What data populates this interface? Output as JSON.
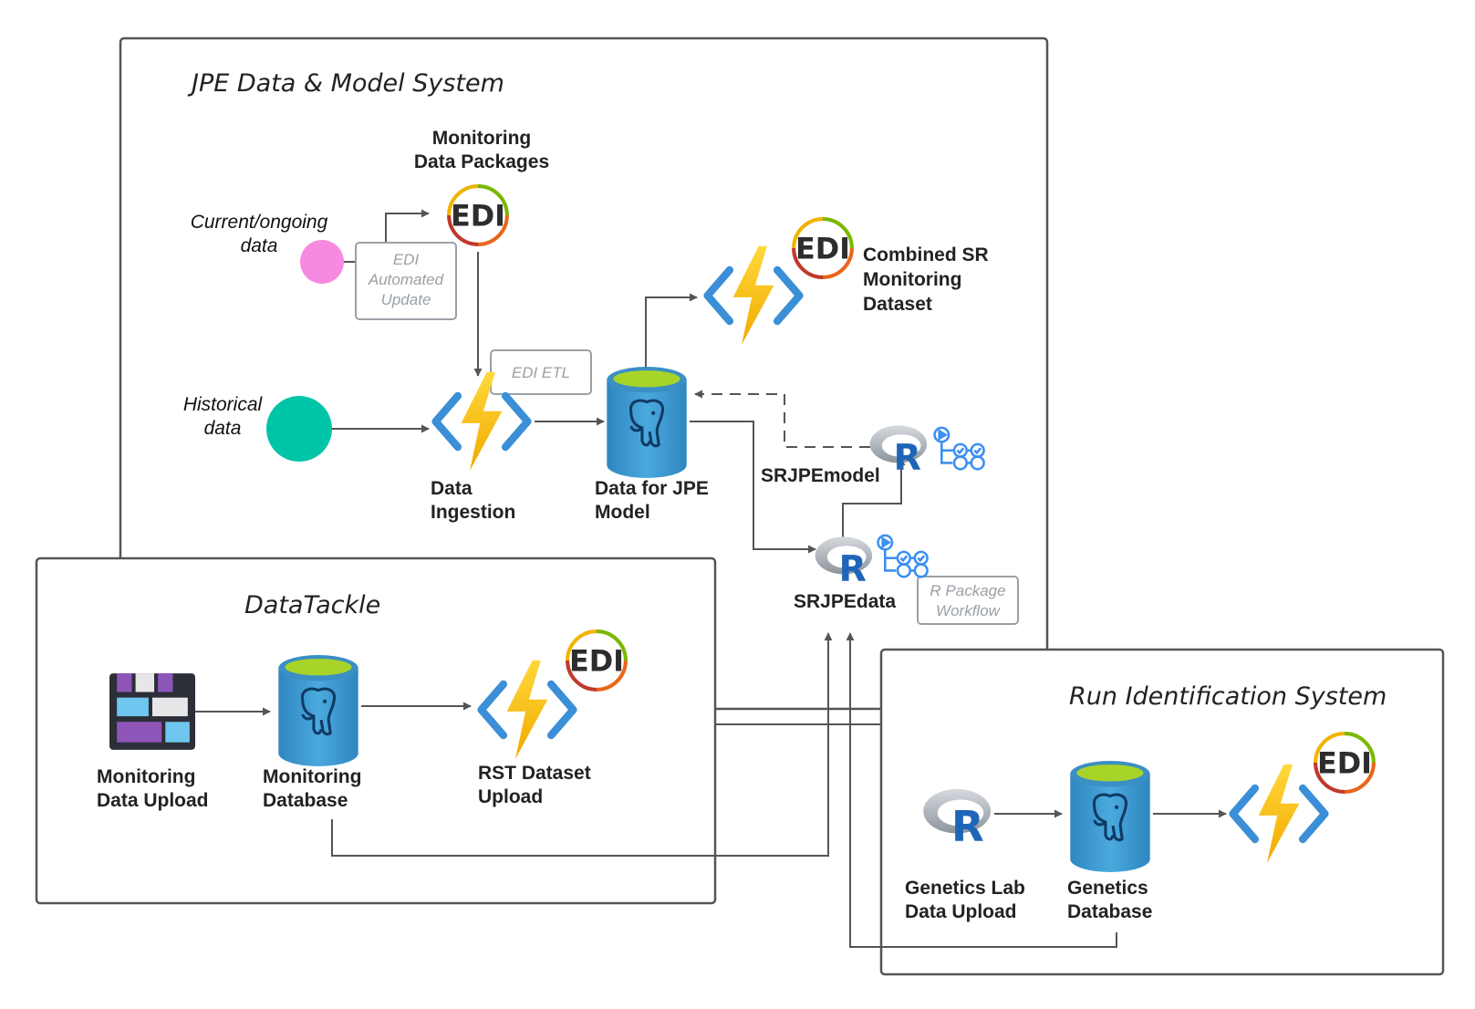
{
  "systems": {
    "jpe": {
      "title": "JPE Data & Model System"
    },
    "datatackle": {
      "title": "DataTackle"
    },
    "runid": {
      "title": "Run Identification System"
    }
  },
  "nodes": {
    "monitoring_packages": {
      "line1": "Monitoring",
      "line2": "Data Packages",
      "icon": "edi-icon"
    },
    "current_data": {
      "line1": "Current/ongoing",
      "line2": "data",
      "color": "#f78ae0"
    },
    "historical_data": {
      "line1": "Historical",
      "line2": "data",
      "color": "#00c4a7"
    },
    "data_ingestion": {
      "line1": "Data",
      "line2": "Ingestion",
      "icon": "azure-function-icon"
    },
    "jpe_db": {
      "line1": "Data for JPE",
      "line2": "Model",
      "icon": "postgres-database-icon"
    },
    "combined_dataset": {
      "line1": "Combined SR",
      "line2": "Monitoring",
      "line3": "Dataset",
      "icon": "azure-function-icon"
    },
    "srjpemodel": {
      "label": "SRJPEmodel",
      "icon": "r-logo-icon"
    },
    "srjpedata": {
      "label": "SRJPEdata",
      "icon": "r-logo-icon"
    },
    "monitoring_upload": {
      "line1": "Monitoring",
      "line2": "Data Upload",
      "icon": "form-app-icon"
    },
    "monitoring_db": {
      "line1": "Monitoring",
      "line2": "Database",
      "icon": "postgres-database-icon"
    },
    "rst_upload": {
      "line1": "RST Dataset",
      "line2": "Upload",
      "icon": "azure-function-icon"
    },
    "genetics_upload": {
      "line1": "Genetics Lab",
      "line2": "Data Upload",
      "icon": "r-logo-icon"
    },
    "genetics_db": {
      "line1": "Genetics",
      "line2": "Database",
      "icon": "postgres-database-icon"
    },
    "genetics_function": {
      "icon": "azure-function-icon"
    }
  },
  "notes": {
    "edi_update": {
      "line1": "EDI",
      "line2": "Automated",
      "line3": "Update"
    },
    "edi_etl": {
      "label": "EDI ETL"
    },
    "r_workflow": {
      "line1": "R Package",
      "line2": "Workflow"
    }
  },
  "colors": {
    "panel_border": "#555555",
    "connector": "#555555",
    "note_border": "#9aa0a6",
    "bolt": "#f6c21c",
    "bracket": "#3a8fd6",
    "db_body": "#3a98d0",
    "db_top": "#a8d42a",
    "r_blue": "#1f65b7"
  }
}
